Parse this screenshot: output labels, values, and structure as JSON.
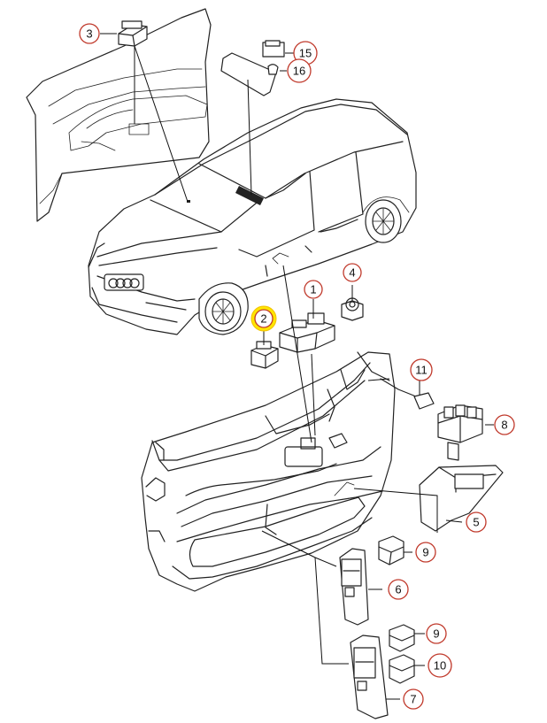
{
  "callouts": [
    {
      "id": "c1",
      "label": "1",
      "highlighted": false
    },
    {
      "id": "c2",
      "label": "2",
      "highlighted": true
    },
    {
      "id": "c3",
      "label": "3",
      "highlighted": false
    },
    {
      "id": "c4",
      "label": "4",
      "highlighted": false
    },
    {
      "id": "c5",
      "label": "5",
      "highlighted": false
    },
    {
      "id": "c6",
      "label": "6",
      "highlighted": false
    },
    {
      "id": "c7",
      "label": "7",
      "highlighted": false
    },
    {
      "id": "c8",
      "label": "8",
      "highlighted": false
    },
    {
      "id": "c9a",
      "label": "9",
      "highlighted": false
    },
    {
      "id": "c9b",
      "label": "9",
      "highlighted": false
    },
    {
      "id": "c10",
      "label": "10",
      "highlighted": false
    },
    {
      "id": "c11",
      "label": "11",
      "highlighted": false
    },
    {
      "id": "c15",
      "label": "15",
      "highlighted": false
    },
    {
      "id": "c16",
      "label": "16",
      "highlighted": false
    }
  ],
  "colors": {
    "callout_ring": "#c0392b",
    "highlight": "#ffe600",
    "line": "#222222"
  }
}
